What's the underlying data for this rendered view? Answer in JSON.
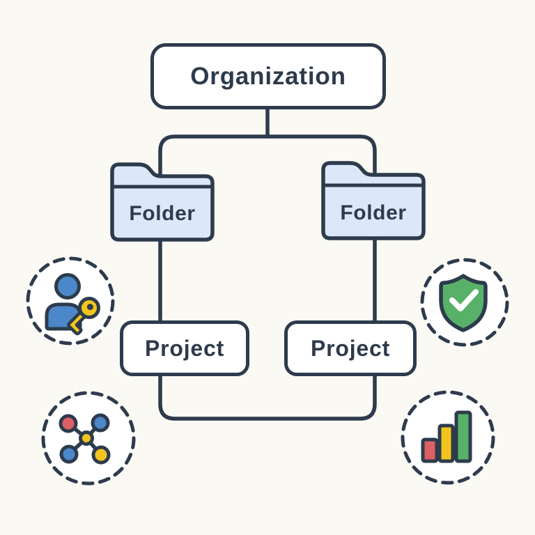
{
  "diagram": {
    "organization": {
      "label": "Organization"
    },
    "folders": [
      {
        "label": "Folder"
      },
      {
        "label": "Folder"
      }
    ],
    "projects": [
      {
        "label": "Project"
      },
      {
        "label": "Project"
      }
    ],
    "icons": [
      {
        "name": "user-key-icon",
        "description": "person with access key"
      },
      {
        "name": "shield-check-icon",
        "description": "green shield with white checkmark"
      },
      {
        "name": "network-icon",
        "description": "hub with four connected nodes"
      },
      {
        "name": "bar-chart-icon",
        "description": "ascending red, yellow, green bars"
      }
    ],
    "colors": {
      "outline_navy": "#2d3b4c",
      "folder_fill": "#dce8f7",
      "box_fill": "#ffffff",
      "background": "#faf9f4",
      "blue": "#4c87c9",
      "yellow": "#f2c51e",
      "red": "#dc5f63",
      "green": "#57b169"
    }
  }
}
